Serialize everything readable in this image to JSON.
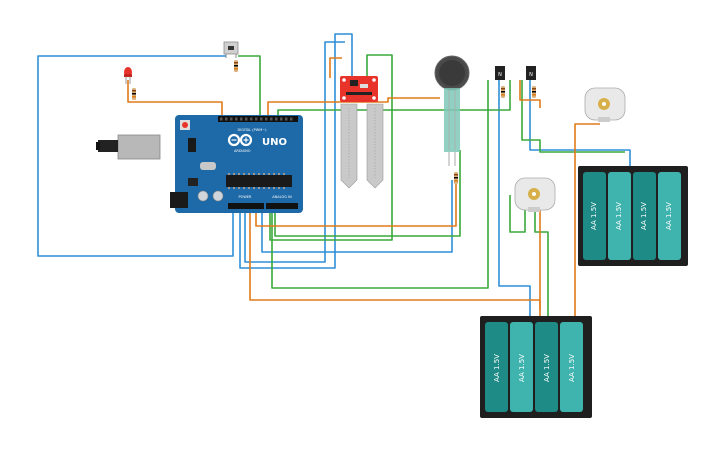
{
  "arduino": {
    "logo": "UNO",
    "brand": "ARDUINO",
    "digital_header": "DIGITAL (PWM~)",
    "power_label": "POWER",
    "analog_label": "ANALOG IN",
    "icon": "infinity-logo-icon"
  },
  "battery_label": "AA 1.5V",
  "transistor_label": "N",
  "colors": {
    "wire_blue": "#2f8fd8",
    "wire_green": "#3aa83a",
    "wire_orange": "#e07b1a",
    "board": "#1e6aa8",
    "battery_body": "#1f8b86",
    "sensor_red": "#e8332b"
  }
}
